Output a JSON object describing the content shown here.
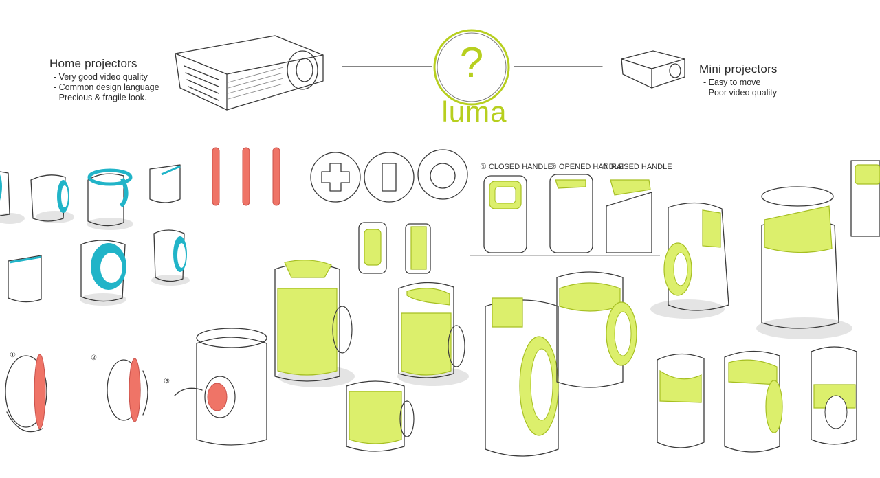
{
  "home_projectors": {
    "title": "Home projectors",
    "points": [
      "- Very good video quality",
      "- Common design language",
      "- Precious & fragile look."
    ]
  },
  "mini_projectors": {
    "title": "Mini projectors",
    "points": [
      "- Easy to move",
      "- Poor video quality"
    ]
  },
  "logo": {
    "symbol": "?",
    "word": "luma"
  },
  "annotations": {
    "closed_handle": "① CLOSED HANDLE",
    "opened_handle": "② OPENED HANDLE",
    "raised_handle": "③ RAISED HANDLE",
    "step1": "①",
    "step2": "②",
    "step3": "③"
  },
  "colors": {
    "brand_green": "#b7cf1f",
    "handle_green": "#d9ef6a",
    "cyan_ring": "#1fb3c7",
    "coral_ring": "#ef7467",
    "sketch_line": "#3a3a3a",
    "shadow": "#d6d6d6"
  }
}
